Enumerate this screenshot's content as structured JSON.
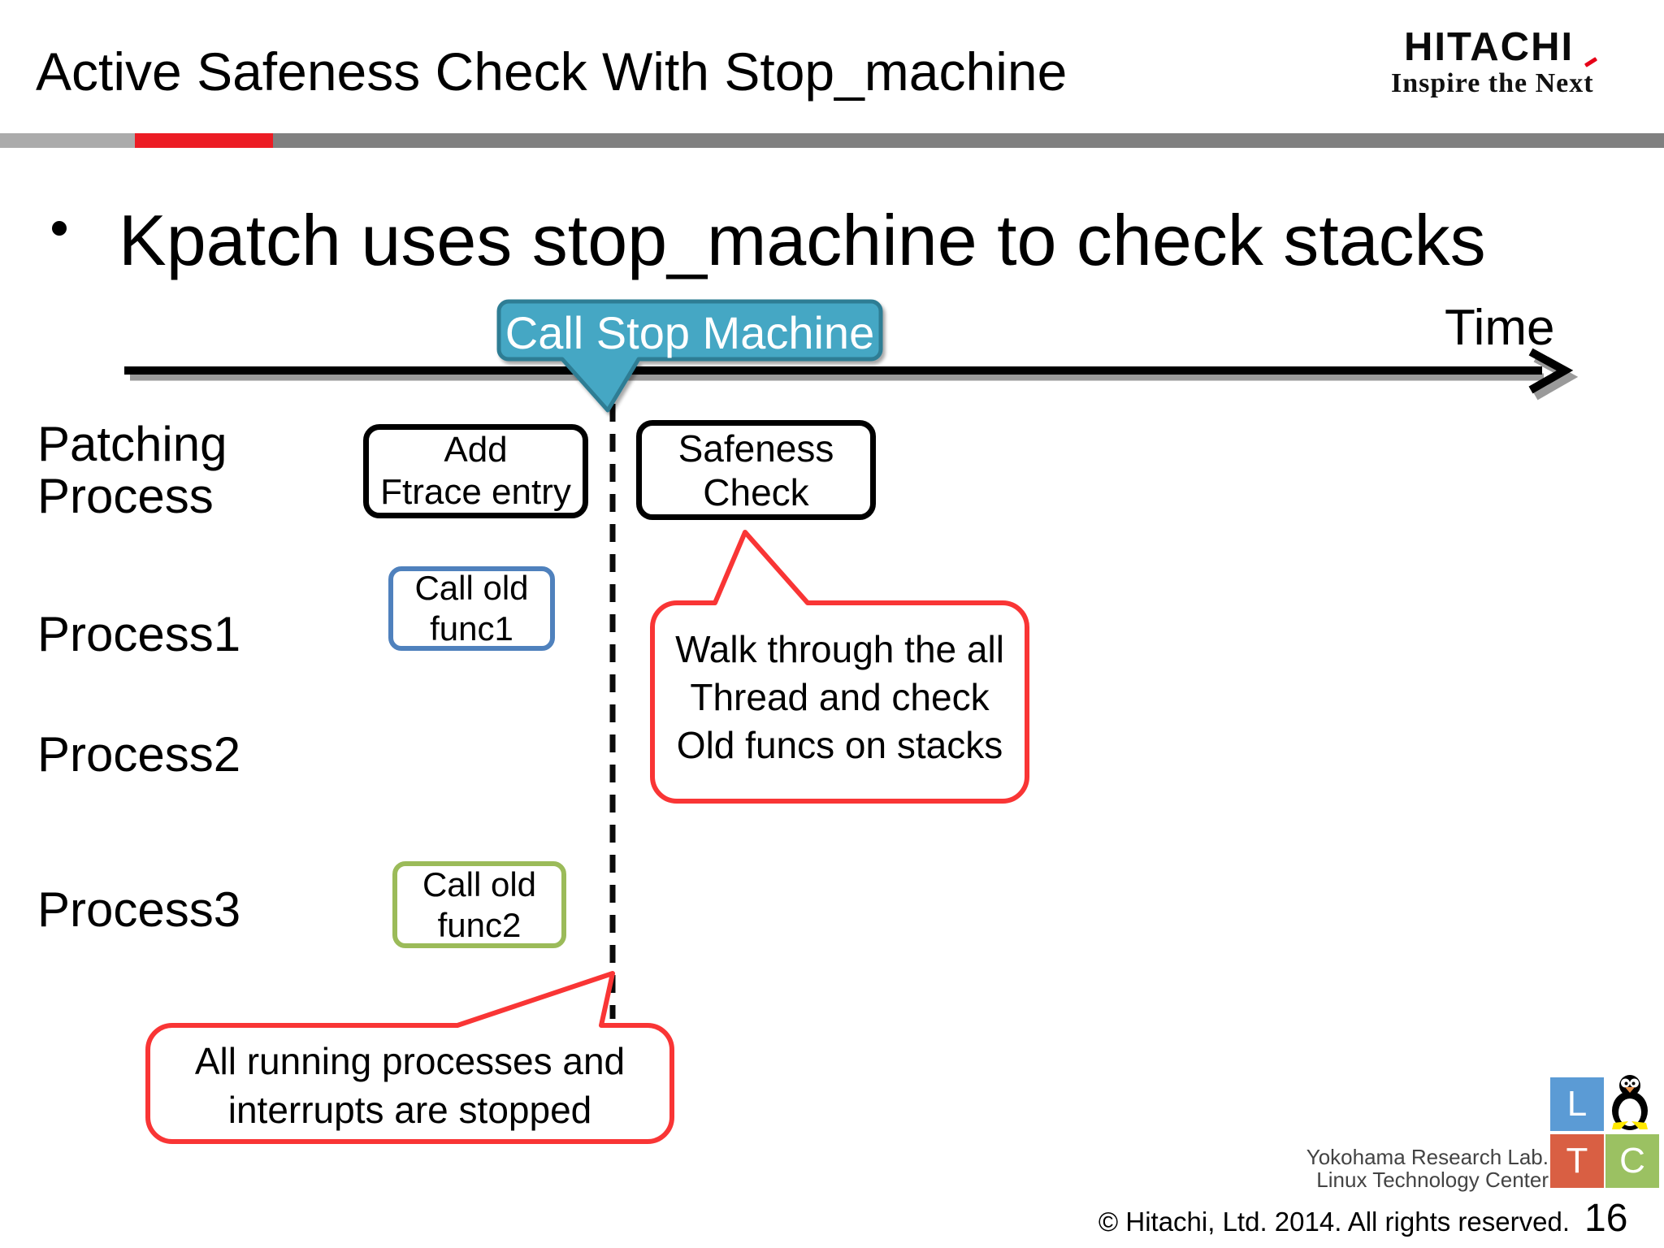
{
  "header": {
    "title": "Active Safeness Check With Stop_machine"
  },
  "logo": {
    "brand": "HITACHI",
    "tagline": "Inspire the Next"
  },
  "bullet": {
    "text": "Kpatch uses stop_machine to check stacks"
  },
  "timeline": {
    "axis_label": "Time",
    "callout": "Call Stop Machine"
  },
  "rows": {
    "patching": "Patching\nProcess",
    "p1": "Process1",
    "p2": "Process2",
    "p3": "Process3"
  },
  "boxes": {
    "add_ftrace": "Add\nFtrace entry",
    "safeness": "Safeness\nCheck",
    "func1": "Call old\nfunc1",
    "func2": "Call old\nfunc2"
  },
  "callouts": {
    "walk": "Walk through the all\nThread and check\nOld funcs on stacks",
    "stopped": "All running processes and\ninterrupts are stopped"
  },
  "footer": {
    "lab_line1": "Yokohama Research Lab.",
    "lab_line2": "Linux Technology Center",
    "ltc_l": "L",
    "ltc_t": "T",
    "ltc_c": "C",
    "copyright": "© Hitachi, Ltd. 2014. All rights reserved.",
    "page_number": "16"
  },
  "colors": {
    "teal_fill": "#45a7c4",
    "teal_border": "#2e7d94",
    "callout_red": "#f93535",
    "box_blue": "#4f81bd",
    "box_green": "#9bbb59",
    "bar_red": "#ec1c24",
    "bar_gray_light": "#ababab",
    "bar_gray_dark": "#808080",
    "ltc_blue": "#5b9bd5",
    "ltc_orange": "#d95f43",
    "ltc_green": "#9bc162",
    "hitachi_accent_red": "#e60018"
  }
}
